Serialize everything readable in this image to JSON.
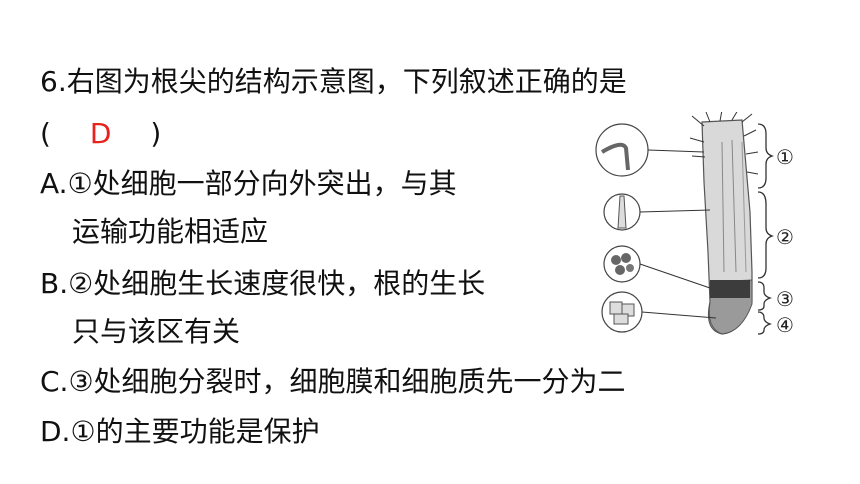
{
  "question": {
    "stem_line1": "6.右图为根尖的结构示意图，下列叙述正确的是",
    "paren_open": "(",
    "answer": "D",
    "paren_close": ")",
    "options": [
      {
        "line1": "A.①处细胞一部分向外突出，与其",
        "line2": "运输功能相适应"
      },
      {
        "line1": "B.②处细胞生长速度很快，根的生长",
        "line2": "只与该区有关"
      },
      {
        "line1": "C.③处细胞分裂时，细胞膜和细胞质先一分为二"
      },
      {
        "line1": "D.①的主要功能是保护"
      }
    ]
  },
  "figure": {
    "labels": [
      "①",
      "②",
      "③",
      "④"
    ]
  },
  "colors": {
    "answer": "#e8221b",
    "text": "#111111"
  }
}
